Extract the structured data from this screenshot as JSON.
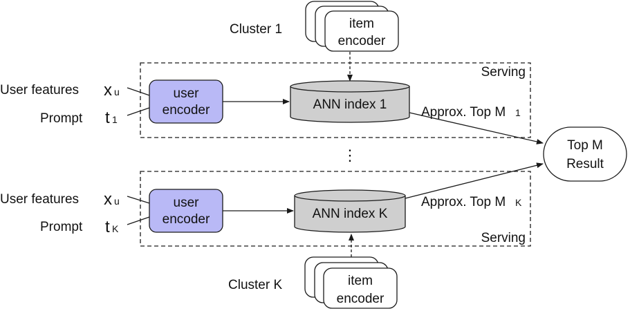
{
  "colors": {
    "encoder_fill": "#b9b9f6",
    "index_fill": "#cfcfcf",
    "stroke": "#1a1a1a",
    "background": "#ffffff"
  },
  "top_group": {
    "cluster_label": "Cluster 1",
    "item_encoder_line1": "item",
    "item_encoder_line2": "encoder",
    "serving_label": "Serving",
    "user_features_label": "User features",
    "user_features_symbol": "x",
    "user_features_subscript": "u",
    "prompt_label": "Prompt",
    "prompt_symbol": "t",
    "prompt_subscript": "1",
    "user_encoder_line1": "user",
    "user_encoder_line2": "encoder",
    "ann_index_label": "ANN index 1",
    "approx_label": "Approx. Top M",
    "approx_subscript": "1"
  },
  "bottom_group": {
    "cluster_label": "Cluster K",
    "item_encoder_line1": "item",
    "item_encoder_line2": "encoder",
    "serving_label": "Serving",
    "user_features_label": "User features",
    "user_features_symbol": "x",
    "user_features_subscript": "u",
    "prompt_label": "Prompt",
    "prompt_symbol": "t",
    "prompt_subscript": "K",
    "user_encoder_line1": "user",
    "user_encoder_line2": "encoder",
    "ann_index_label": "ANN index K",
    "approx_label": "Approx. Top M",
    "approx_subscript": "K"
  },
  "ellipsis": "⋮",
  "result": {
    "line1": "Top M",
    "line2": "Result"
  }
}
